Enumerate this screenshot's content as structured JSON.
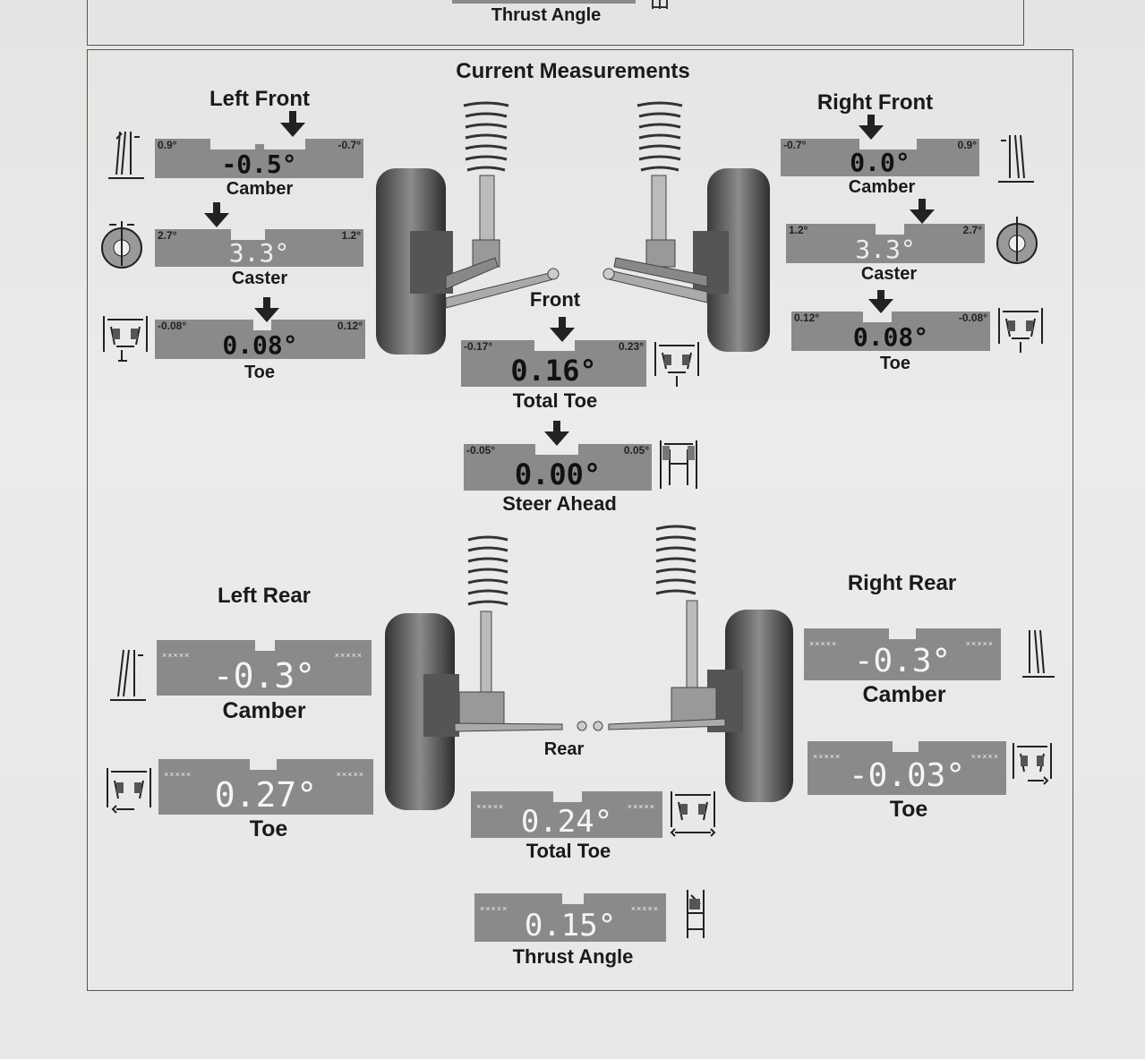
{
  "top": {
    "label": "Thrust Angle"
  },
  "title": "Current Measurements",
  "sections": {
    "left_front": "Left Front",
    "right_front": "Right Front",
    "left_rear": "Left Rear",
    "right_rear": "Right Rear",
    "front": "Front",
    "rear": "Rear"
  },
  "left_front": {
    "camber": {
      "label": "Camber",
      "value": "-0.5°",
      "min": "0.9°",
      "max": "-0.7°"
    },
    "caster": {
      "label": "Caster",
      "value": "3.3°",
      "min": "2.7°",
      "max": "1.2°"
    },
    "toe": {
      "label": "Toe",
      "value": "0.08°",
      "min": "-0.08°",
      "max": "0.12°"
    }
  },
  "right_front": {
    "camber": {
      "label": "Camber",
      "value": "0.0°",
      "min": "-0.7°",
      "max": "0.9°"
    },
    "caster": {
      "label": "Caster",
      "value": "3.3°",
      "min": "1.2°",
      "max": "2.7°"
    },
    "toe": {
      "label": "Toe",
      "value": "0.08°",
      "min": "0.12°",
      "max": "-0.08°"
    }
  },
  "front_total_toe": {
    "label": "Total Toe",
    "value": "0.16°",
    "min": "-0.17°",
    "max": "0.23°"
  },
  "steer_ahead": {
    "label": "Steer Ahead",
    "value": "0.00°",
    "min": "-0.05°",
    "max": "0.05°"
  },
  "left_rear": {
    "camber": {
      "label": "Camber",
      "value": "-0.3°"
    },
    "toe": {
      "label": "Toe",
      "value": "0.27°"
    }
  },
  "right_rear": {
    "camber": {
      "label": "Camber",
      "value": "-0.3°"
    },
    "toe": {
      "label": "Toe",
      "value": "-0.03°"
    }
  },
  "rear_total_toe": {
    "label": "Total Toe",
    "value": "0.24°"
  },
  "thrust_angle": {
    "label": "Thrust Angle",
    "value": "0.15°"
  },
  "icons": [
    "camber-icon",
    "caster-icon",
    "toe-icon",
    "total-toe-icon",
    "steer-ahead-icon",
    "thrust-angle-icon",
    "front-suspension-illustration",
    "rear-suspension-illustration"
  ]
}
